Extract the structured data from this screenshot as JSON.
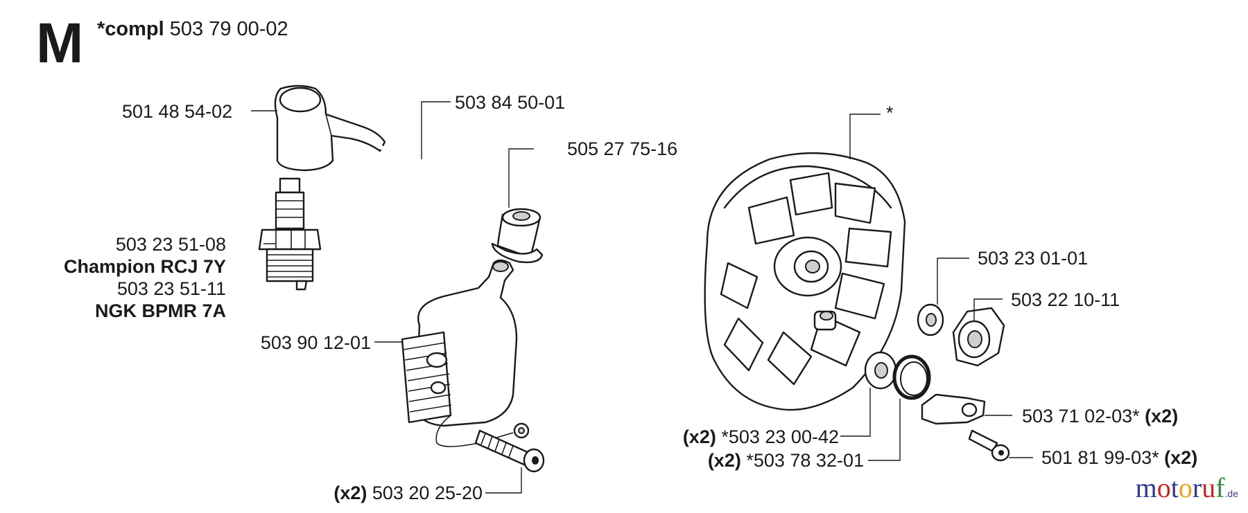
{
  "section": {
    "letter": "M",
    "compl_prefix": "*compl",
    "compl_number": "503 79 00-02"
  },
  "labels": {
    "boot": "501 48 54-02",
    "lead_wire": "503 84 50-01",
    "grommet": "505 27 75-16",
    "spark_plug_1": "503 23 51-08",
    "spark_plug_1_brand": "Champion RCJ 7Y",
    "spark_plug_2": "503 23 51-11",
    "spark_plug_2_brand": "NGK BPMR 7A",
    "ignition_module": "503 90 12-01",
    "screw_qty": "(x2)",
    "screw": "503 20 25-20",
    "flywheel": "*",
    "washer": "503 23 01-01",
    "nut": "503 22 10-11",
    "pawl_qty": "(x2)",
    "pawl": "503 71 02-03*",
    "pawl_screw_qty": "(x2)",
    "pawl_screw": "501 81 99-03*",
    "seal_qty": "(x2)",
    "seal": "*503 23 00-42",
    "spring_qty": "(x2)",
    "spring": "*503 78 32-01"
  },
  "logo": {
    "letters": [
      "m",
      "o",
      "t",
      "o",
      "r",
      "u",
      "f"
    ],
    "colors": [
      "#2b3a8f",
      "#c8281e",
      "#2b3a8f",
      "#e8a21a",
      "#2b3a8f",
      "#c8281e",
      "#2f8a3a"
    ],
    "tld": ".de"
  }
}
